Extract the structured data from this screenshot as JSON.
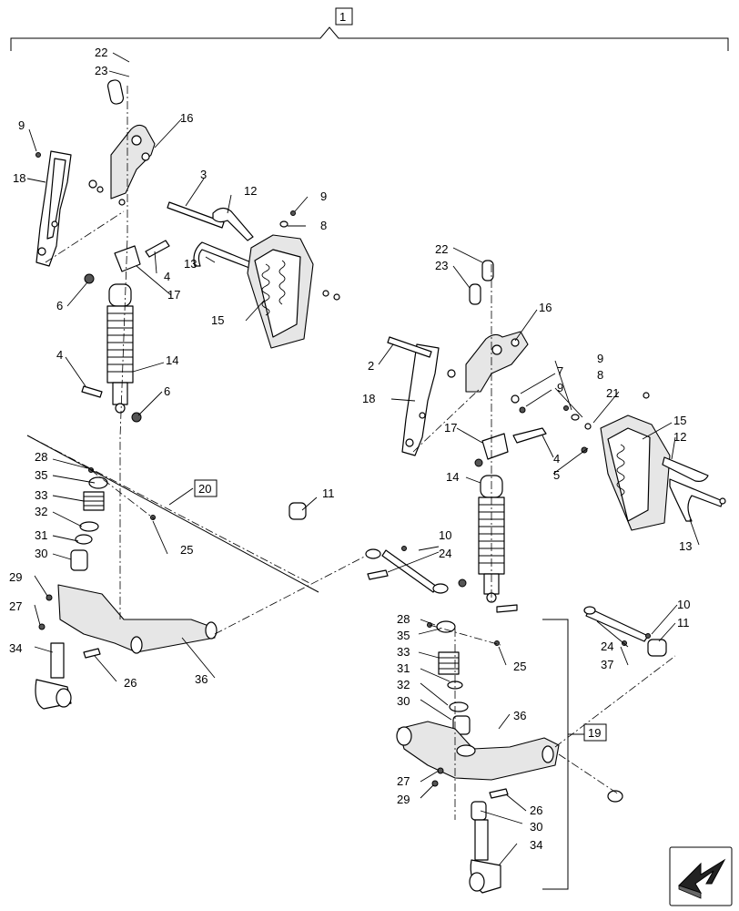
{
  "assembly_label": "1",
  "group_labels": {
    "left": "20",
    "right": "19"
  },
  "callouts": {
    "l22": "22",
    "l23": "23",
    "l16": "16",
    "l9a": "9",
    "l18": "18",
    "l3": "3",
    "l12": "12",
    "l9b": "9",
    "l8": "8",
    "l13": "13",
    "l4a": "4",
    "l6a": "6",
    "l17": "17",
    "l15": "15",
    "l14": "14",
    "l4b": "4",
    "l6b": "6",
    "l28": "28",
    "l35": "35",
    "l33": "33",
    "l32": "32",
    "l31": "31",
    "l30": "30",
    "l29": "29",
    "l27": "27",
    "l34": "34",
    "l25": "25",
    "l26": "26",
    "l36": "36",
    "l11": "11",
    "r22": "22",
    "r23": "23",
    "r16": "16",
    "r2": "2",
    "r9a": "9",
    "r7": "7",
    "r9b": "9",
    "r8": "8",
    "r18": "18",
    "r21": "21",
    "r15": "15",
    "r17": "17",
    "r12": "12",
    "r4": "4",
    "r5": "5",
    "r13": "13",
    "r14": "14",
    "r10": "10",
    "r24": "24",
    "r28": "28",
    "r35": "35",
    "r25": "25",
    "r33": "33",
    "r31": "31",
    "r32": "32",
    "r30": "30",
    "r36": "36",
    "r27": "27",
    "r29": "29",
    "r26": "26",
    "r30b": "30",
    "r34": "34",
    "f10": "10",
    "f11": "11",
    "f24": "24",
    "f37": "37"
  },
  "nav_icon": "arrow-navigation-icon"
}
